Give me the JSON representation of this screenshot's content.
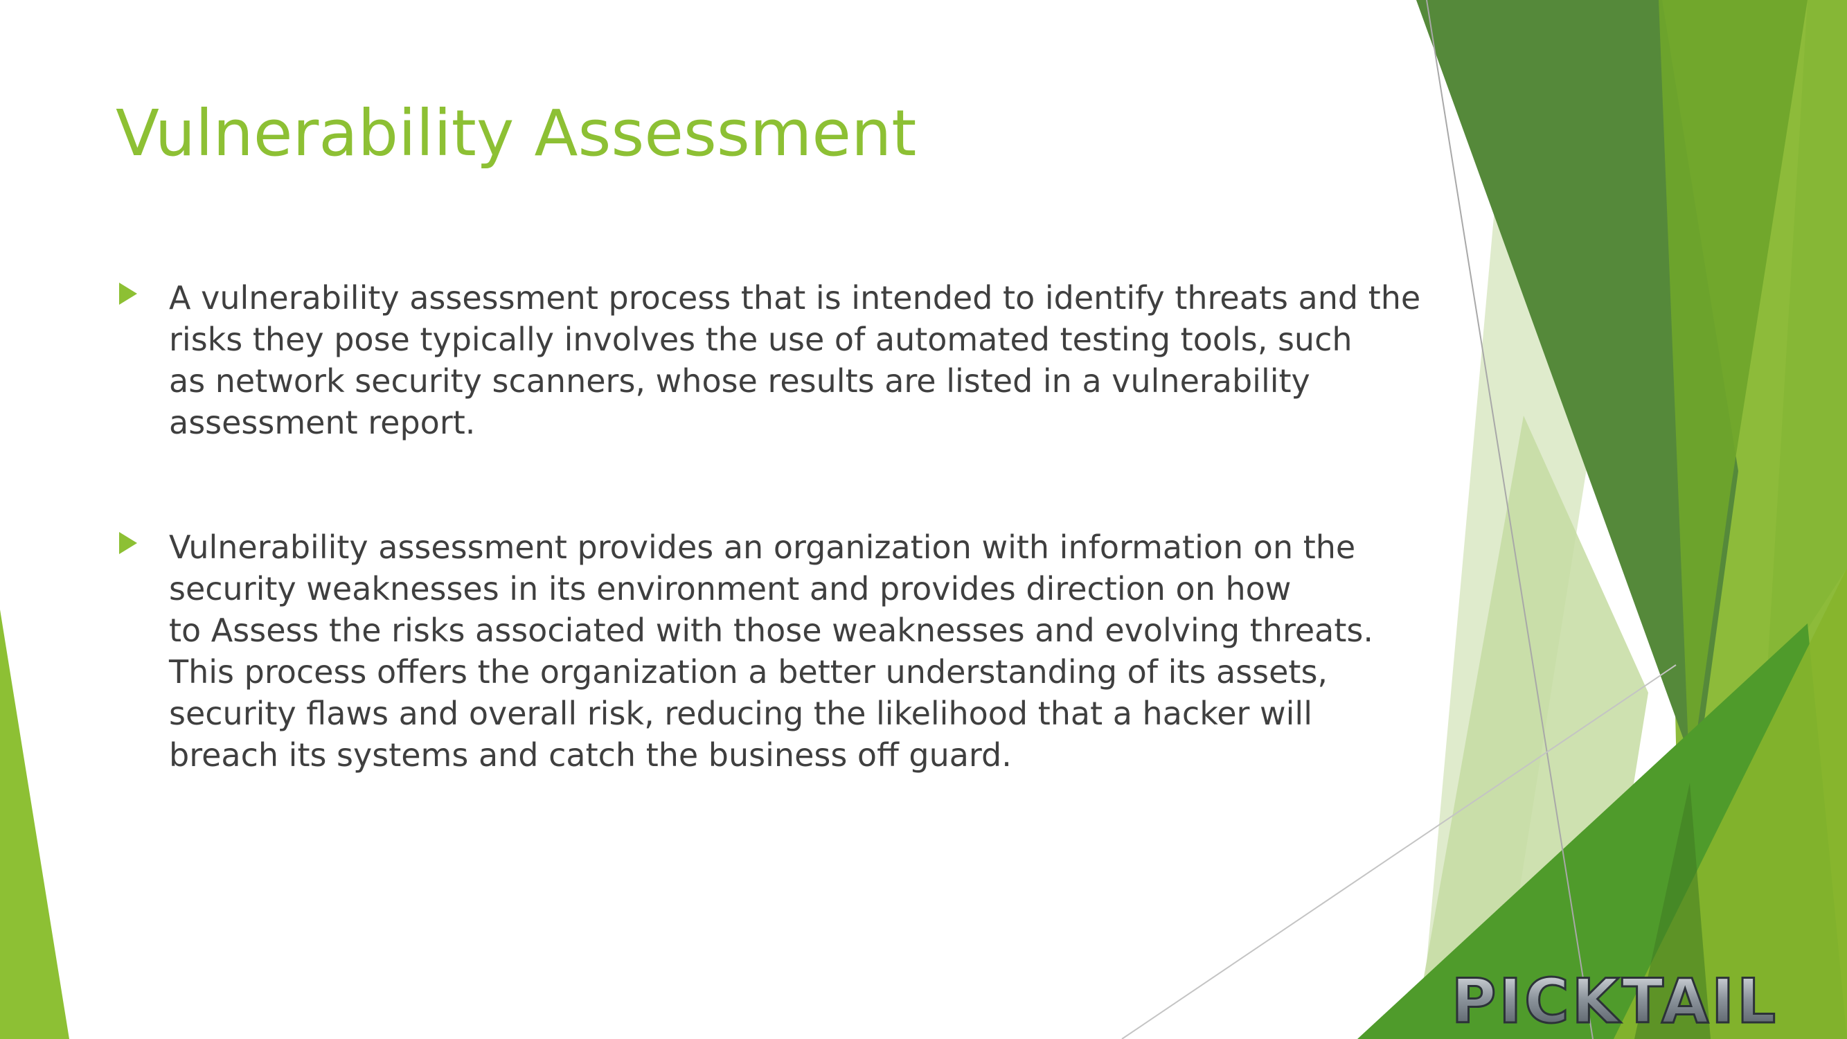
{
  "slide": {
    "title": "Vulnerability Assessment",
    "bullets": [
      {
        "lines": [
          "A vulnerability assessment process that is intended to identify threats and the",
          "risks they pose typically involves the use of automated testing tools, such",
          "as network security scanners, whose results are listed in a vulnerability",
          "assessment report."
        ]
      },
      {
        "lines": [
          "Vulnerability assessment provides an organization with information on the",
          "security weaknesses in its environment and provides direction on how",
          "to Assess the risks associated with those weaknesses and evolving threats.",
          "This process offers the organization a better understanding of its assets,",
          "security flaws and overall risk, reducing the likelihood that a hacker will",
          "breach its systems and catch the business off guard."
        ]
      }
    ]
  },
  "logo": {
    "text": "PICKTAIL"
  },
  "colors": {
    "accent": "#8dc034",
    "text": "#3f3f3f",
    "dark_green": "#4e7f35",
    "mid_green": "#6b9f2a",
    "light_green": "#b7d58d"
  },
  "icons": {
    "bullet": "right-triangle-bullet-icon"
  }
}
